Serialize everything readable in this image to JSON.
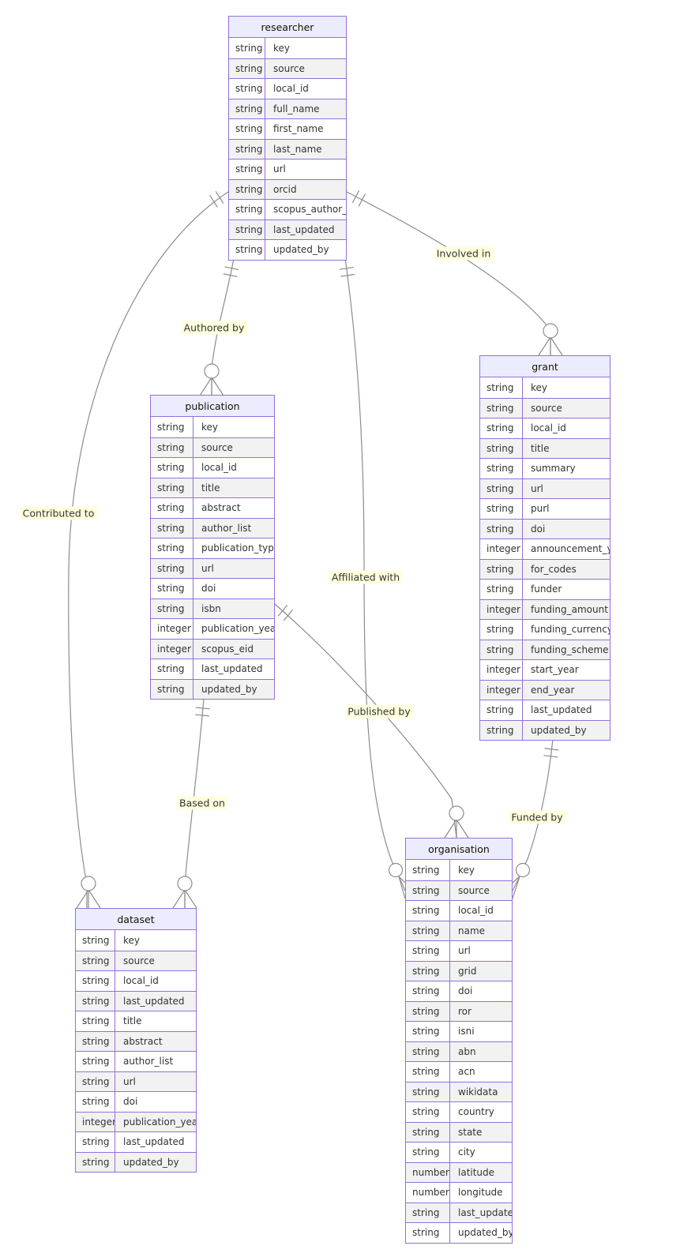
{
  "diagram": {
    "type": "entity-relationship-diagram",
    "entities": [
      {
        "name": "researcher",
        "attributes": [
          {
            "type": "string",
            "name": "key"
          },
          {
            "type": "string",
            "name": "source"
          },
          {
            "type": "string",
            "name": "local_id"
          },
          {
            "type": "string",
            "name": "full_name"
          },
          {
            "type": "string",
            "name": "first_name"
          },
          {
            "type": "string",
            "name": "last_name"
          },
          {
            "type": "string",
            "name": "url"
          },
          {
            "type": "string",
            "name": "orcid"
          },
          {
            "type": "string",
            "name": "scopus_author_id"
          },
          {
            "type": "string",
            "name": "last_updated"
          },
          {
            "type": "string",
            "name": "updated_by"
          }
        ]
      },
      {
        "name": "publication",
        "attributes": [
          {
            "type": "string",
            "name": "key"
          },
          {
            "type": "string",
            "name": "source"
          },
          {
            "type": "string",
            "name": "local_id"
          },
          {
            "type": "string",
            "name": "title"
          },
          {
            "type": "string",
            "name": "abstract"
          },
          {
            "type": "string",
            "name": "author_list"
          },
          {
            "type": "string",
            "name": "publication_type"
          },
          {
            "type": "string",
            "name": "url"
          },
          {
            "type": "string",
            "name": "doi"
          },
          {
            "type": "string",
            "name": "isbn"
          },
          {
            "type": "integer",
            "name": "publication_year"
          },
          {
            "type": "integer",
            "name": "scopus_eid"
          },
          {
            "type": "string",
            "name": "last_updated"
          },
          {
            "type": "string",
            "name": "updated_by"
          }
        ]
      },
      {
        "name": "grant",
        "attributes": [
          {
            "type": "string",
            "name": "key"
          },
          {
            "type": "string",
            "name": "source"
          },
          {
            "type": "string",
            "name": "local_id"
          },
          {
            "type": "string",
            "name": "title"
          },
          {
            "type": "string",
            "name": "summary"
          },
          {
            "type": "string",
            "name": "url"
          },
          {
            "type": "string",
            "name": "purl"
          },
          {
            "type": "string",
            "name": "doi"
          },
          {
            "type": "integer",
            "name": "announcement_year"
          },
          {
            "type": "string",
            "name": "for_codes"
          },
          {
            "type": "string",
            "name": "funder"
          },
          {
            "type": "integer",
            "name": "funding_amount"
          },
          {
            "type": "string",
            "name": "funding_currency"
          },
          {
            "type": "string",
            "name": "funding_scheme"
          },
          {
            "type": "integer",
            "name": "start_year"
          },
          {
            "type": "integer",
            "name": "end_year"
          },
          {
            "type": "string",
            "name": "last_updated"
          },
          {
            "type": "string",
            "name": "updated_by"
          }
        ]
      },
      {
        "name": "dataset",
        "attributes": [
          {
            "type": "string",
            "name": "key"
          },
          {
            "type": "string",
            "name": "source"
          },
          {
            "type": "string",
            "name": "local_id"
          },
          {
            "type": "string",
            "name": "last_updated"
          },
          {
            "type": "string",
            "name": "title"
          },
          {
            "type": "string",
            "name": "abstract"
          },
          {
            "type": "string",
            "name": "author_list"
          },
          {
            "type": "string",
            "name": "url"
          },
          {
            "type": "string",
            "name": "doi"
          },
          {
            "type": "integer",
            "name": "publication_year"
          },
          {
            "type": "string",
            "name": "last_updated"
          },
          {
            "type": "string",
            "name": "updated_by"
          }
        ]
      },
      {
        "name": "organisation",
        "attributes": [
          {
            "type": "string",
            "name": "key"
          },
          {
            "type": "string",
            "name": "source"
          },
          {
            "type": "string",
            "name": "local_id"
          },
          {
            "type": "string",
            "name": "name"
          },
          {
            "type": "string",
            "name": "url"
          },
          {
            "type": "string",
            "name": "grid"
          },
          {
            "type": "string",
            "name": "doi"
          },
          {
            "type": "string",
            "name": "ror"
          },
          {
            "type": "string",
            "name": "isni"
          },
          {
            "type": "string",
            "name": "abn"
          },
          {
            "type": "string",
            "name": "acn"
          },
          {
            "type": "string",
            "name": "wikidata"
          },
          {
            "type": "string",
            "name": "country"
          },
          {
            "type": "string",
            "name": "state"
          },
          {
            "type": "string",
            "name": "city"
          },
          {
            "type": "number",
            "name": "latitude"
          },
          {
            "type": "number",
            "name": "longitude"
          },
          {
            "type": "string",
            "name": "last_updated"
          },
          {
            "type": "string",
            "name": "updated_by"
          }
        ]
      }
    ],
    "relationships": [
      {
        "from": "researcher",
        "to": "publication",
        "label": "Authored by",
        "from_cardinality": "exactly-one",
        "to_cardinality": "zero-or-many"
      },
      {
        "from": "researcher",
        "to": "dataset",
        "label": "Contributed to",
        "from_cardinality": "exactly-one",
        "to_cardinality": "zero-or-many"
      },
      {
        "from": "researcher",
        "to": "grant",
        "label": "Involved in",
        "from_cardinality": "exactly-one",
        "to_cardinality": "zero-or-many"
      },
      {
        "from": "researcher",
        "to": "organisation",
        "label": "Affiliated with",
        "from_cardinality": "exactly-one",
        "to_cardinality": "zero-or-many"
      },
      {
        "from": "publication",
        "to": "organisation",
        "label": "Published by",
        "from_cardinality": "exactly-one",
        "to_cardinality": "zero-or-many"
      },
      {
        "from": "publication",
        "to": "dataset",
        "label": "Based on",
        "from_cardinality": "exactly-one",
        "to_cardinality": "zero-or-many"
      },
      {
        "from": "grant",
        "to": "organisation",
        "label": "Funded by",
        "from_cardinality": "exactly-one",
        "to_cardinality": "zero-or-many"
      }
    ],
    "colors": {
      "entity_header_fill": "#ECECFF",
      "entity_border": "#9370DB",
      "row_alt_fill": "#F2F2F2",
      "edge_color": "#8C8C8C",
      "label_background": "#FFFFDE",
      "text_color": "#333333"
    }
  }
}
